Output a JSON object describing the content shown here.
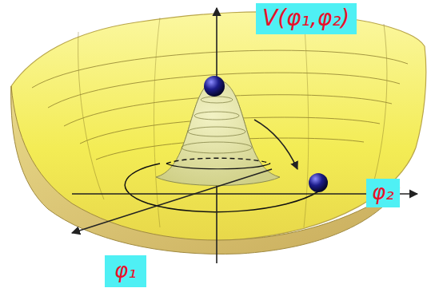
{
  "diagram": {
    "nodes": [
      {
        "text": [
          "V(φ₁,φ₂)"
        ]
      },
      {
        "text": [
          "φ₂"
        ]
      },
      {
        "text": [
          "φ₁"
        ]
      }
    ]
  }
}
